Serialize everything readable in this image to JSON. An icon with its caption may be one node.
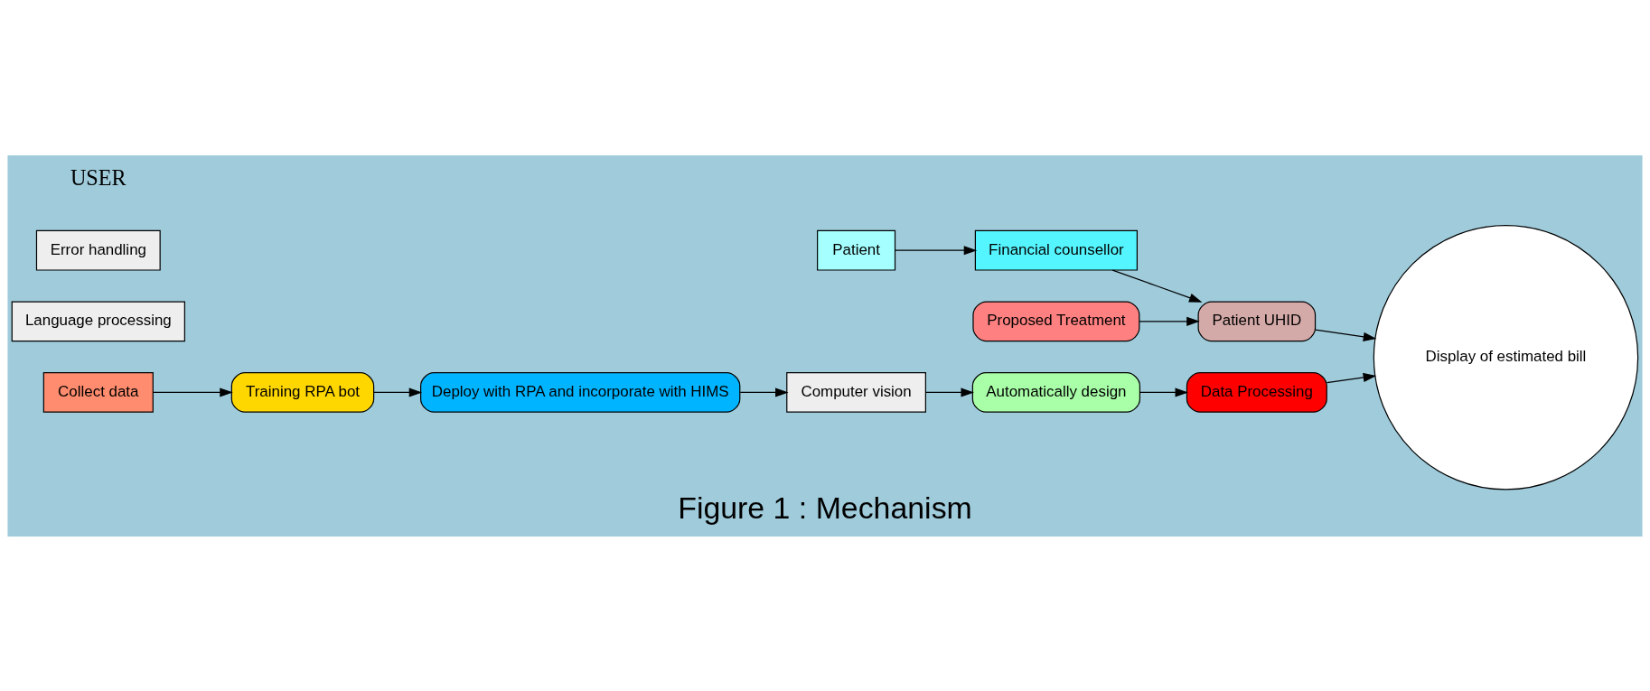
{
  "diagram": {
    "caption": "Figure 1 : Mechanism",
    "nodes": [
      {
        "text": [
          "Patient"
        ]
      },
      {
        "text": [
          "Collect data"
        ]
      },
      {
        "text": [
          "Financial counsellor"
        ]
      },
      {
        "text": [
          "Patient UHID"
        ]
      },
      {
        "text": [
          "Display of estimated bill"
        ]
      },
      {
        "text": [
          "Data Processing"
        ]
      },
      {
        "text": [
          "Training RPA bot"
        ]
      },
      {
        "text": [
          "Automatically design"
        ]
      },
      {
        "text": [
          "Language processing"
        ]
      },
      {
        "text": [
          "Deploy with RPA and incorporate with HIMS"
        ]
      },
      {
        "text": [
          "Computer vision"
        ]
      },
      {
        "text": [
          "Proposed Treatment"
        ]
      },
      {
        "text": [
          "Error handling"
        ]
      }
    ],
    "edges": [
      {
        "from": 0,
        "to": 2,
        "arrow": "to"
      },
      {
        "from": 2,
        "to": 3,
        "arrow": "to"
      },
      {
        "from": 11,
        "to": 3,
        "arrow": "to"
      },
      {
        "from": 3,
        "to": 4,
        "arrow": "to"
      },
      {
        "from": 5,
        "to": 4,
        "arrow": "to"
      },
      {
        "from": 7,
        "to": 5,
        "arrow": "to"
      },
      {
        "from": 1,
        "to": 6,
        "arrow": "to"
      },
      {
        "from": 6,
        "to": 9,
        "arrow": "to"
      },
      {
        "from": 9,
        "to": 10,
        "arrow": "to"
      },
      {
        "from": 10,
        "to": 7,
        "arrow": "to"
      }
    ],
    "labels": [
      "USER"
    ]
  }
}
